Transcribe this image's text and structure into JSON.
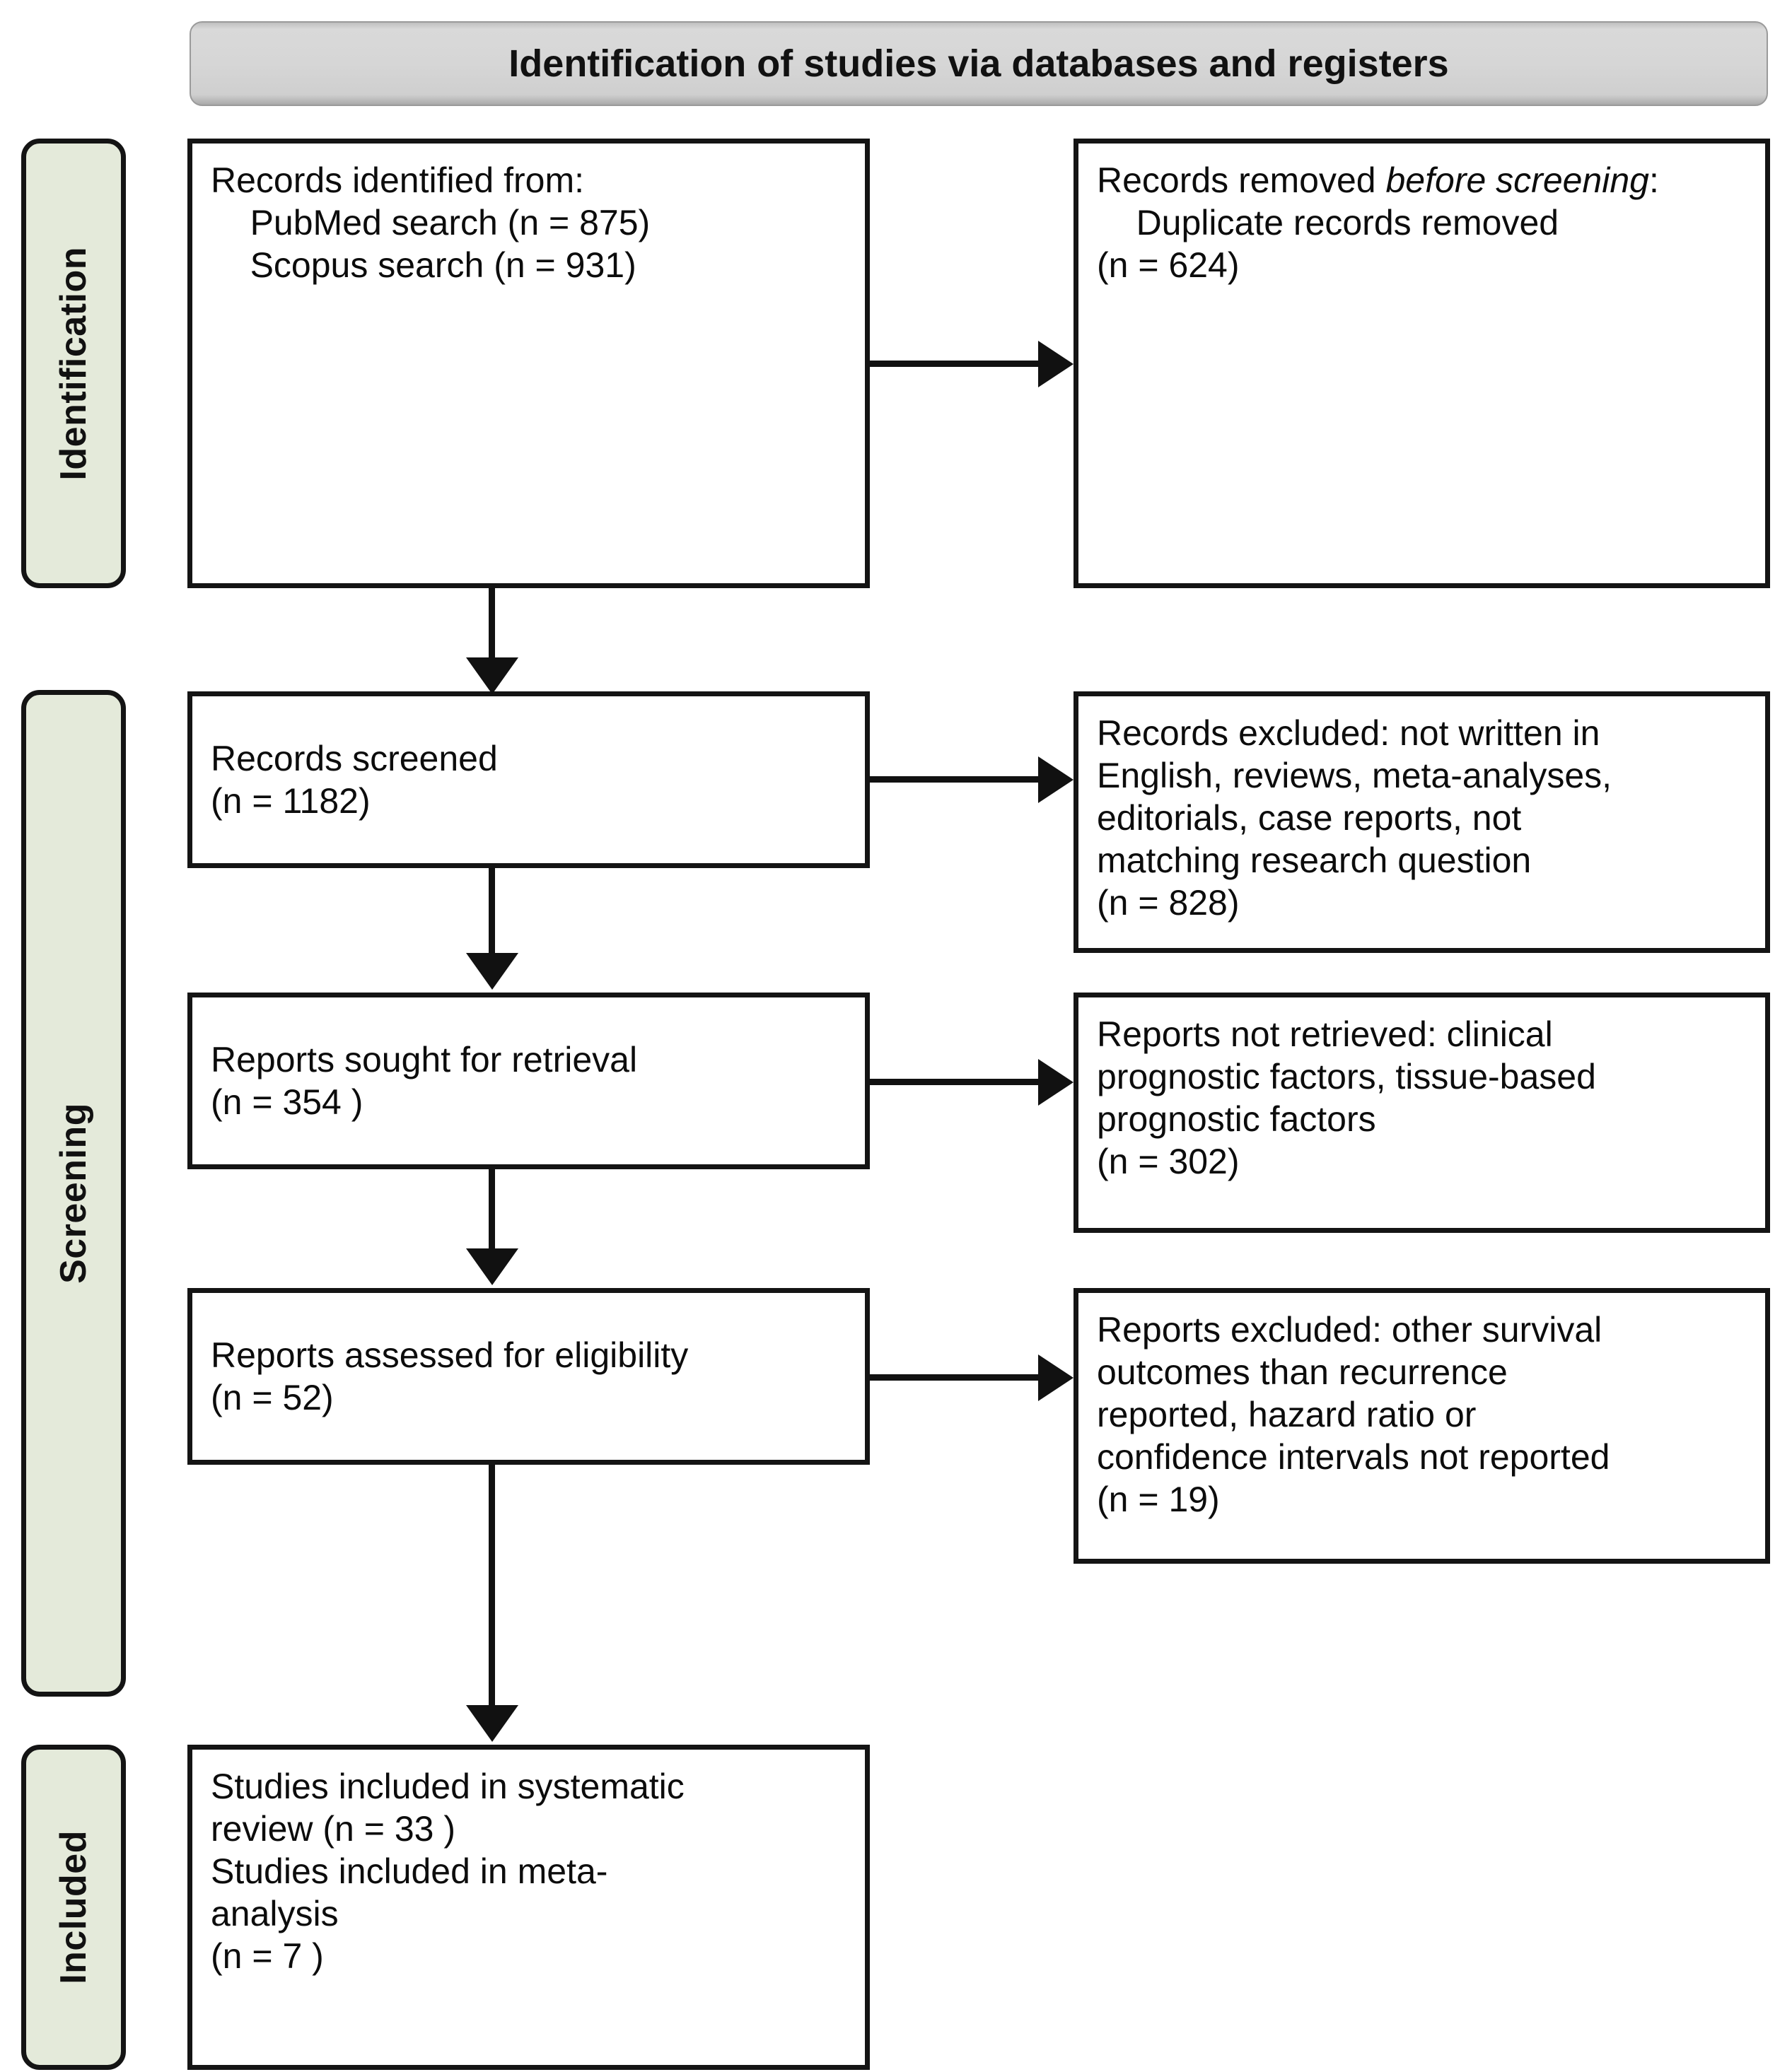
{
  "diagram": {
    "type": "prisma-flow-diagram",
    "header": {
      "title": "Identification of studies via databases and registers"
    },
    "phases": [
      {
        "key": "identification",
        "label": "Identification"
      },
      {
        "key": "screening",
        "label": "Screening"
      },
      {
        "key": "included",
        "label": "Included"
      }
    ],
    "boxes": {
      "identified": {
        "text": "Records identified from:\n    PubMed search (n = 875)\n    Scopus search (n = 931)",
        "counts": {
          "pubmed": 875,
          "scopus": 931
        }
      },
      "removed_before_screening": {
        "lead": "Records removed ",
        "italic": "before screening",
        "lead_tail": ":",
        "text": "    Duplicate records removed\n(n = 624)",
        "counts": {
          "duplicates_removed": 624
        }
      },
      "screened": {
        "text": "Records screened\n(n = 1182)",
        "counts": {
          "screened": 1182
        }
      },
      "excluded_records": {
        "text": "Records excluded: not written in\nEnglish, reviews, meta-analyses,\neditorials, case reports, not\nmatching research question\n(n = 828)",
        "counts": {
          "excluded": 828
        }
      },
      "sought": {
        "text": "Reports sought for retrieval\n(n = 354 )",
        "counts": {
          "sought": 354
        }
      },
      "not_retrieved": {
        "text": "Reports not retrieved: clinical\nprognostic factors, tissue-based\nprognostic factors\n(n = 302)",
        "counts": {
          "not_retrieved": 302
        }
      },
      "assessed": {
        "text": "Reports assessed for eligibility\n(n = 52)",
        "counts": {
          "assessed": 52
        }
      },
      "excluded_reports": {
        "text": "Reports excluded: other survival\noutcomes than recurrence\nreported, hazard ratio or\nconfidence intervals not reported\n(n = 19)",
        "counts": {
          "excluded": 19
        }
      },
      "included": {
        "text": "Studies included in systematic\nreview (n = 33 )\nStudies included in meta-\nanalysis\n(n = 7 )",
        "counts": {
          "systematic_review": 33,
          "meta_analysis": 7
        }
      }
    },
    "colors": {
      "phase_fill": "#e4eada",
      "header_fill": "#d6d6d6",
      "stroke": "#141414",
      "text": "#0c0c0c"
    }
  }
}
